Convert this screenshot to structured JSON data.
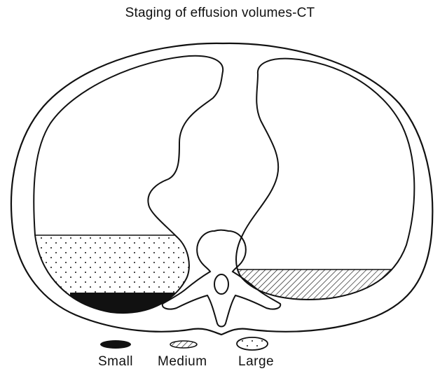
{
  "title": "Staging of effusion volumes-CT",
  "legend": [
    {
      "key": "small",
      "label": "Small",
      "fill": "solid-black"
    },
    {
      "key": "medium",
      "label": "Medium",
      "fill": "diagonal-hatch"
    },
    {
      "key": "large",
      "label": "Large",
      "fill": "dots"
    }
  ],
  "colors": {
    "ink": "#111111",
    "background": "#ffffff"
  }
}
